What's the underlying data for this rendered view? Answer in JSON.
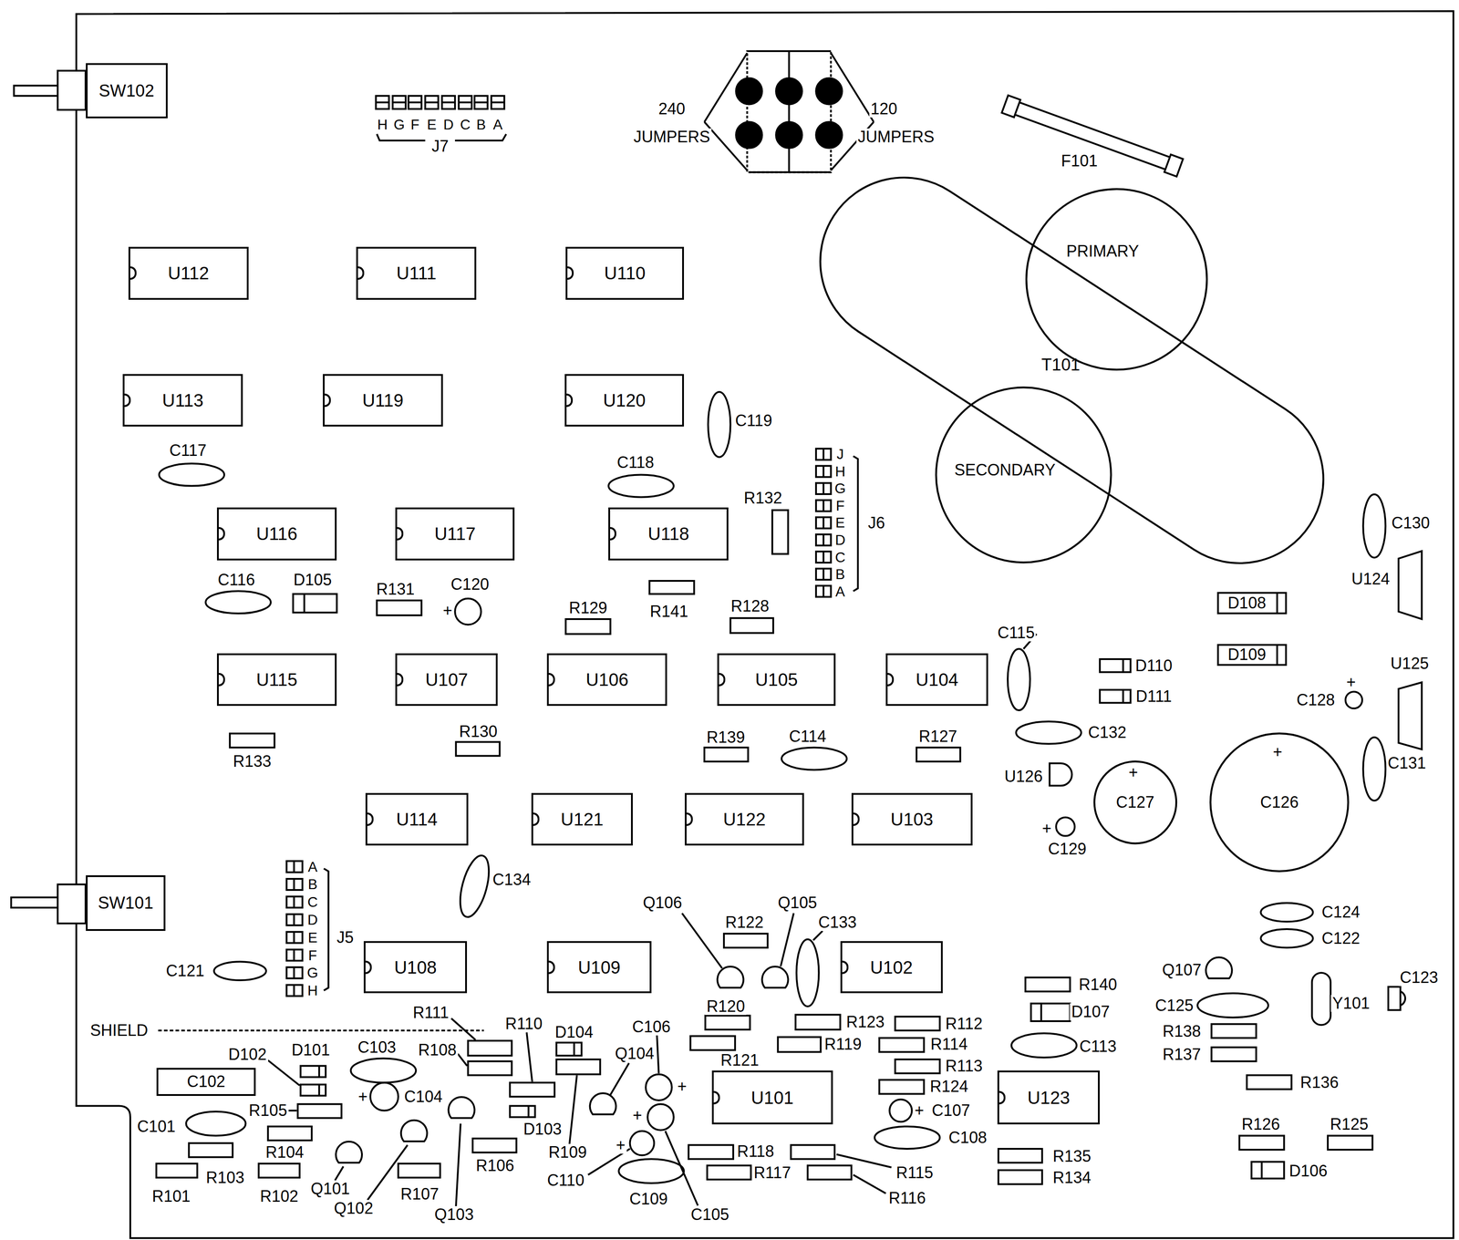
{
  "diagram": {
    "nodes": [
      {
        "text": [
          "SW102"
        ]
      },
      {
        "text": [
          "U112"
        ]
      },
      {
        "text": [
          "U111"
        ]
      },
      {
        "text": [
          "U110"
        ]
      },
      {
        "text": [
          "T101"
        ]
      },
      {
        "text": [
          "PRIMARY"
        ]
      },
      {
        "text": [
          "U113"
        ]
      },
      {
        "text": [
          "U119"
        ]
      },
      {
        "text": [
          "U120"
        ]
      },
      {
        "text": [
          "SECONDARY"
        ]
      },
      {
        "text": [
          "U116"
        ]
      },
      {
        "text": [
          "U117"
        ]
      },
      {
        "text": [
          "U118"
        ]
      },
      {
        "text": [
          "D108"
        ]
      },
      {
        "text": [
          "D109"
        ]
      },
      {
        "text": [
          "U115"
        ]
      },
      {
        "text": [
          "U107"
        ]
      },
      {
        "text": [
          "U106"
        ]
      },
      {
        "text": [
          "U105"
        ]
      },
      {
        "text": [
          "U104"
        ]
      },
      {
        "text": [
          "U114"
        ]
      },
      {
        "text": [
          "U121"
        ]
      },
      {
        "text": [
          "U122"
        ]
      },
      {
        "text": [
          "U103"
        ]
      },
      {
        "text": [
          "C127"
        ]
      },
      {
        "text": [
          "C126"
        ]
      },
      {
        "text": [
          "SW101"
        ]
      },
      {
        "text": [
          "U108"
        ]
      },
      {
        "text": [
          "U109"
        ]
      },
      {
        "text": [
          "U102"
        ]
      },
      {
        "text": [
          "C102"
        ]
      },
      {
        "text": [
          "U101"
        ]
      },
      {
        "text": [
          "U123"
        ]
      }
    ],
    "labels": [
      "H",
      "G",
      "F",
      "E",
      "D",
      "C",
      "B",
      "A",
      "J7",
      "240",
      "JUMPERS",
      "120",
      "JUMPERS",
      "F101",
      "C119",
      "C117",
      "J",
      "H",
      "G",
      "F",
      "E",
      "D",
      "C",
      "B",
      "A",
      "J6",
      "C118",
      "R132",
      "C130",
      "C116",
      "D105",
      "R131",
      "C120",
      "+",
      "U124",
      "R129",
      "R141",
      "R128",
      "C115",
      "D110",
      "D111",
      "U125",
      "+",
      "C128",
      "R133",
      "R130",
      "R139",
      "C114",
      "R127",
      "C132",
      "C131",
      "U126",
      "+",
      "+",
      "+",
      "C129",
      "C134",
      "A",
      "B",
      "C",
      "D",
      "E",
      "F",
      "G",
      "H",
      "J5",
      "Q106",
      "Q105",
      "R122",
      "C133",
      "C124",
      "C122",
      "C121",
      "Q107",
      "C123",
      "R140",
      "Y101",
      "D107",
      "C125",
      "R120",
      "SHIELD",
      "R111",
      "R123",
      "R112",
      "R110",
      "D104",
      "C106",
      "R119",
      "R114",
      "C113",
      "R138",
      "C103",
      "D101",
      "R108",
      "D102",
      "Q104",
      "R137",
      "R121",
      "R113",
      "R136",
      "+",
      "R124",
      "C104",
      "+",
      "+",
      "C101",
      "R105",
      "C107",
      "+",
      "D103",
      "R106",
      "C108",
      "R109",
      "R104",
      "R118",
      "R135",
      "+",
      "R126",
      "R125",
      "R115",
      "R117",
      "R134",
      "D106",
      "R103",
      "C110",
      "Q101",
      "R107",
      "R101",
      "R102",
      "R116",
      "C109",
      "Q102",
      "Q103",
      "C105"
    ]
  }
}
